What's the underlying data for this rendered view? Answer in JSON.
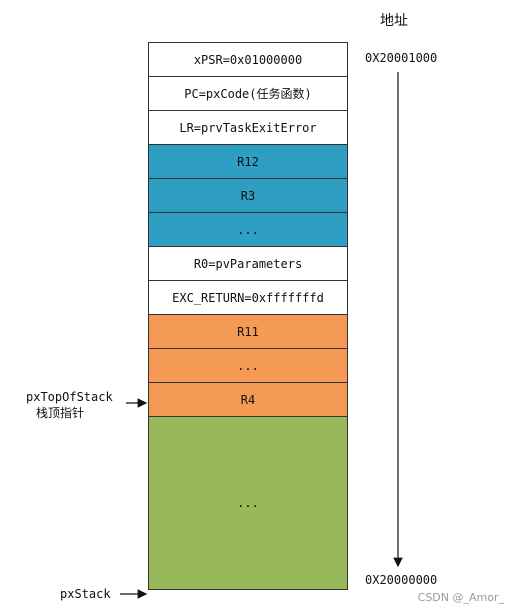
{
  "address_header": "地址",
  "address_high": "0X20001000",
  "address_low": "0X20000000",
  "pointers": {
    "top_of_stack": "pxTopOfStack",
    "top_of_stack_zh": "栈顶指针",
    "stack": "pxStack"
  },
  "cells": {
    "xpsr": "xPSR=0x01000000",
    "pc": "PC=pxCode(任务函数)",
    "lr": "LR=prvTaskExitError",
    "r12": "R12",
    "r3": "R3",
    "ellipsis_blue": "...",
    "r0": "R0=pvParameters",
    "exc_return": "EXC_RETURN=0xfffffffd",
    "r11": "R11",
    "ellipsis_orange": "...",
    "r4": "R4",
    "ellipsis_green": "..."
  },
  "colors": {
    "blue": "#2e9fc3",
    "orange": "#f59a55",
    "green": "#98b95a"
  },
  "watermark": "CSDN @_Amor_"
}
